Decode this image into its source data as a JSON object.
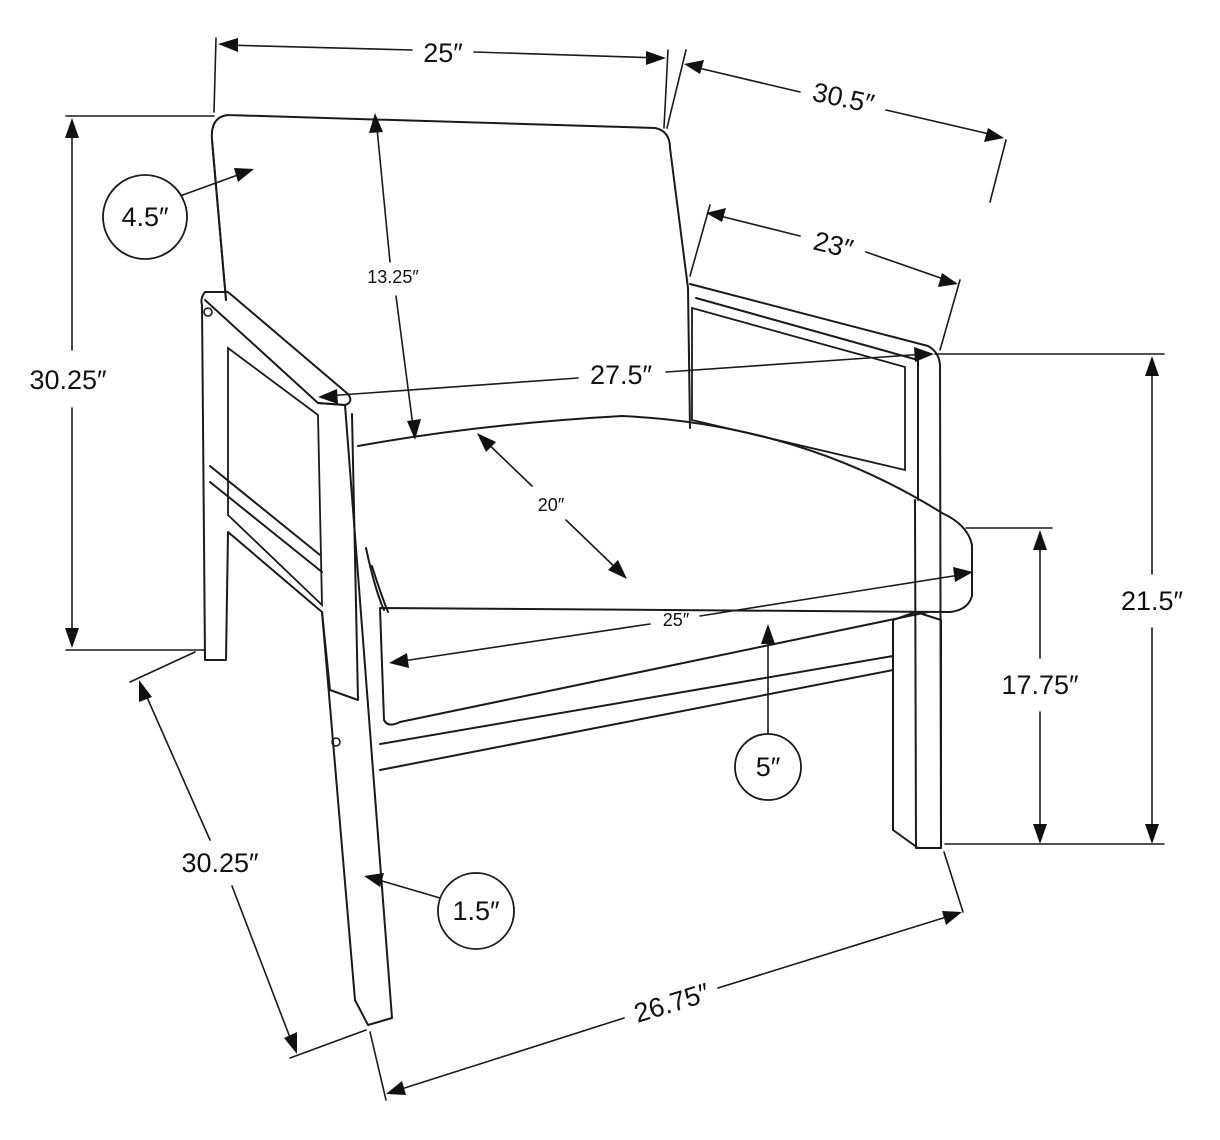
{
  "diagram": {
    "colors": {
      "line": "#1a1a1a",
      "background": "#ffffff"
    },
    "dimensions": {
      "top_width": "25″",
      "overall_depth": "30.5″",
      "arm_depth": "23″",
      "back_height": "13.25″",
      "arm_width_inner": "27.5″",
      "seat_depth": "20″",
      "seat_width": "25″",
      "overall_height_left": "30.25″",
      "arm_height": "21.5″",
      "seat_height": "17.75″",
      "side_depth": "30.25″",
      "front_width": "26.75″"
    },
    "callouts": {
      "back_thickness": "4.5″",
      "cushion_thickness": "5″",
      "leg_width": "1.5″"
    }
  }
}
